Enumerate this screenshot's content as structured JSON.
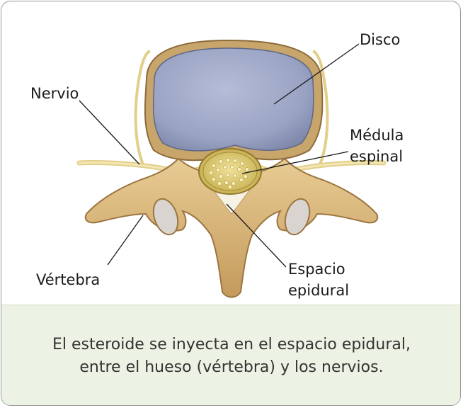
{
  "labels": {
    "disco": "Disco",
    "nervio": "Nervio",
    "medula_line1": "Médula",
    "medula_line2": "espinal",
    "vertebra": "Vértebra",
    "espacio_line1": "Espacio",
    "espacio_line2": "epidural"
  },
  "caption": "El esteroide se inyecta en el espacio epidural, entre el hueso (vértebra) y los nervios.",
  "colors": {
    "disc": "#9fa8c6",
    "bone": "#d9b77d",
    "cord": "#e6d27a",
    "nerve": "#eadb9a",
    "caption_bg": "#edf3e4",
    "border": "#9a9a9a"
  }
}
